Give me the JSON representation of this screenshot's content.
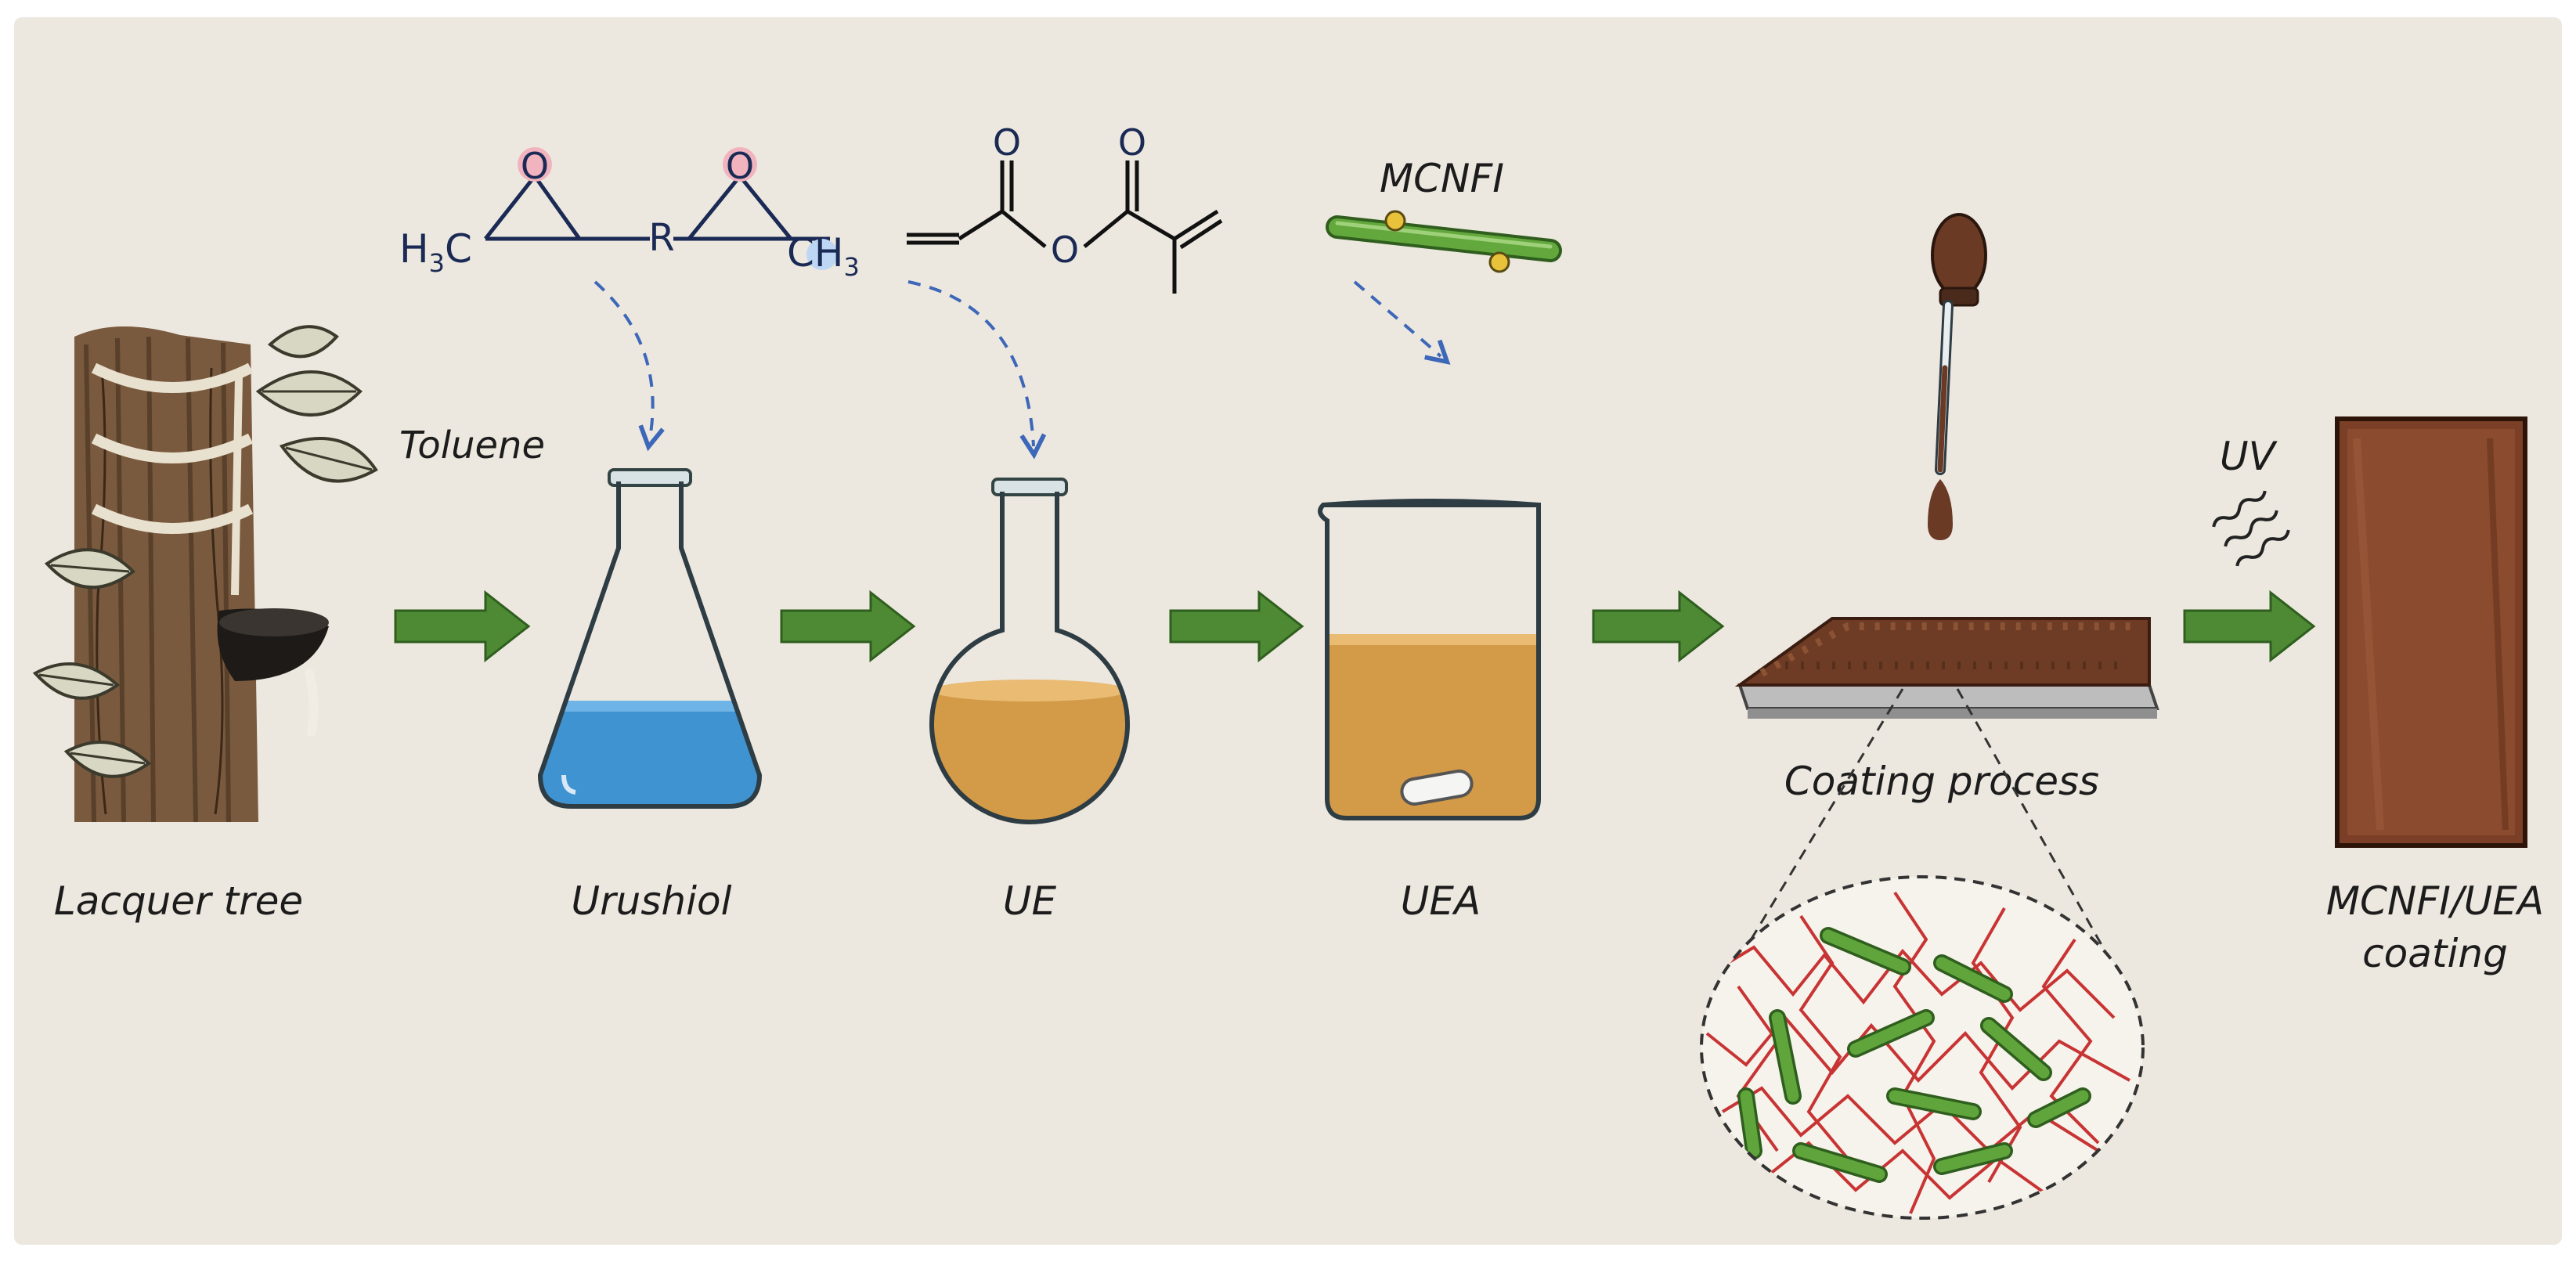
{
  "labels": {
    "toluene": "Toluene",
    "lacquer_tree": "Lacquer tree",
    "urushiol": "Urushiol",
    "ue": "UE",
    "uea": "UEA",
    "coating_process": "Coating process",
    "uv": "UV",
    "product_line1": "MCNFI/UEA",
    "product_line2": "coating",
    "mcnfi": "MCNFI"
  },
  "epoxide_structure": {
    "left_group": "H",
    "left_sub": "3",
    "left_c": "C",
    "center": "R",
    "right_c": "CH",
    "right_sub": "3",
    "oxygen_left": "O",
    "oxygen_right": "O"
  },
  "anhydride_structure": {
    "carbonyl_o_left": "O",
    "carbonyl_o_right": "O",
    "bridge_o": "O"
  },
  "colors": {
    "background": "#ede8df",
    "arrow_green": "#4e8a34",
    "dashed_arrow": "#3d67b8",
    "urushiol_liquid": "#3f93d1",
    "amber_liquid": "#d39a47",
    "coating_brown": "#6e3b24",
    "fiber_green": "#5fa53b",
    "network_red": "#c83434"
  }
}
